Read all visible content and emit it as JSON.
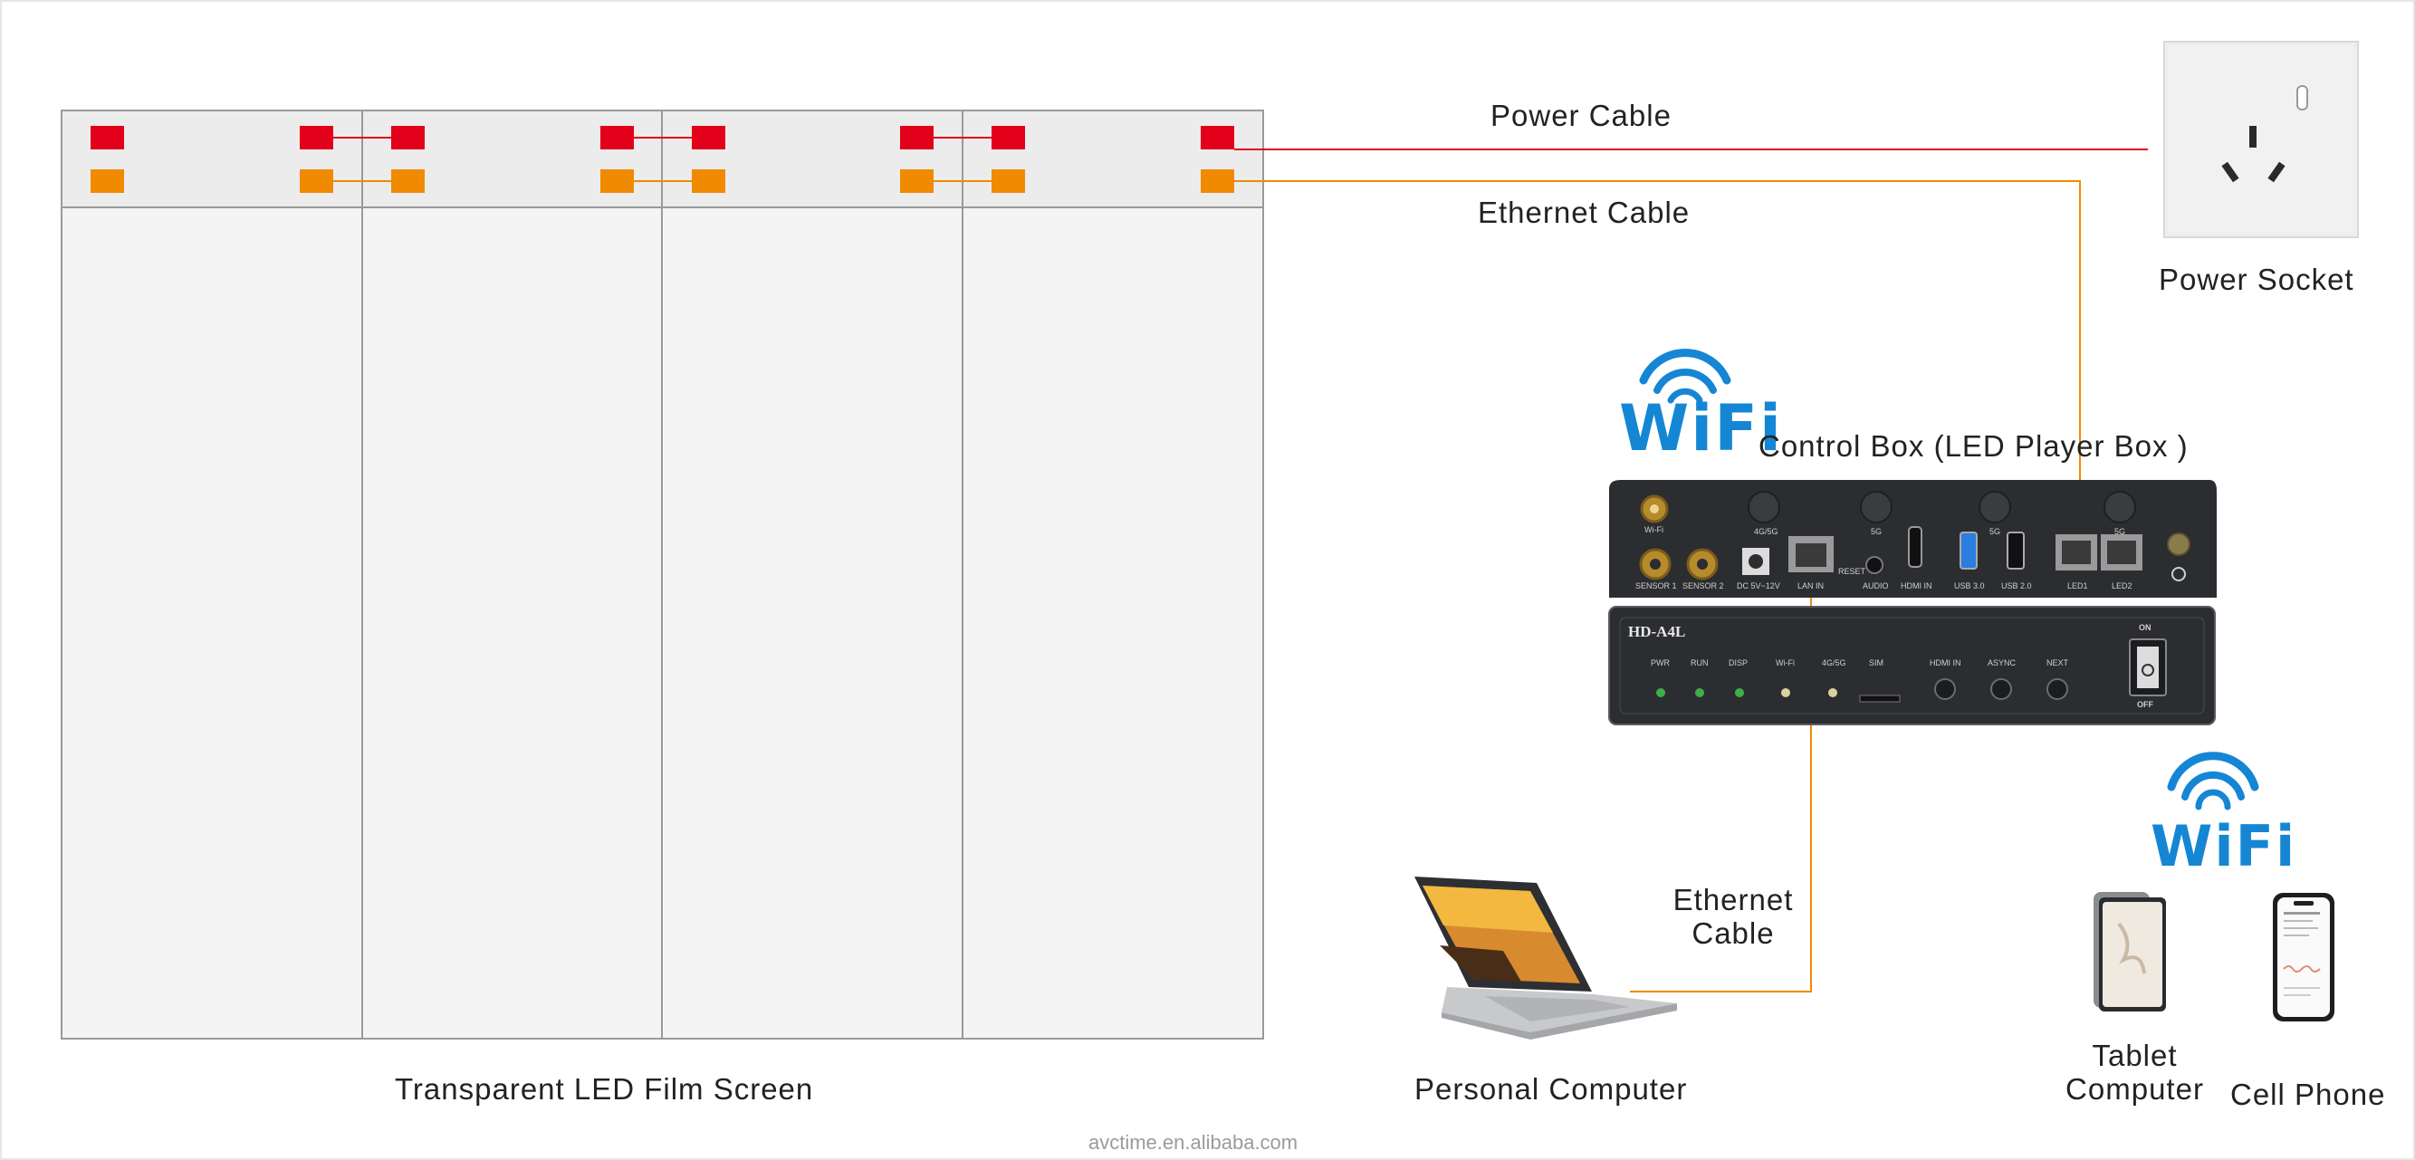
{
  "labels": {
    "power_cable": "Power Cable",
    "ethernet_cable_top": "Ethernet Cable",
    "power_socket": "Power Socket",
    "control_box": "Control Box (LED Player Box )",
    "ethernet_cable_bottom_line1": "Ethernet",
    "ethernet_cable_bottom_line2": "Cable",
    "personal_computer": "Personal Computer",
    "tablet_line1": "Tablet",
    "tablet_line2": "Computer",
    "cell_phone": "Cell Phone",
    "led_screen": "Transparent LED Film Screen",
    "watermark": "avctime.en.alibaba.com"
  },
  "wifi": {
    "text": "WiFi"
  },
  "control_box": {
    "model": "HD-A4L",
    "rear_labels": {
      "wifi": "Wi-Fi",
      "g4_top": "4G/5G",
      "g5_a": "5G",
      "g5_b": "5G",
      "g5_c": "5G",
      "sensor1": "SENSOR 1",
      "sensor2": "SENSOR 2",
      "dc": "DC 5V~12V",
      "lan_in": "LAN IN",
      "reset": "RESET",
      "audio": "AUDIO",
      "hdmi_in": "HDMI IN",
      "usb3": "USB 3.0",
      "usb2": "USB 2.0",
      "led1": "LED1",
      "led2": "LED2"
    },
    "front_labels": {
      "pwr": "PWR",
      "run": "RUN",
      "disp": "DISP",
      "wifi": "Wi-Fi",
      "g4": "4G/5G",
      "sim": "SIM",
      "hdmi_in": "HDMI IN",
      "async": "ASYNC",
      "next": "NEXT",
      "on": "ON",
      "off": "OFF"
    }
  },
  "colors": {
    "power_cable": "#e2001a",
    "ethernet_cable": "#f08a00",
    "wifi_blue": "#1586d4",
    "panel_fill": "#f4f4f4",
    "panel_border": "#9a9a9a",
    "box_dark": "#2b2d30"
  }
}
